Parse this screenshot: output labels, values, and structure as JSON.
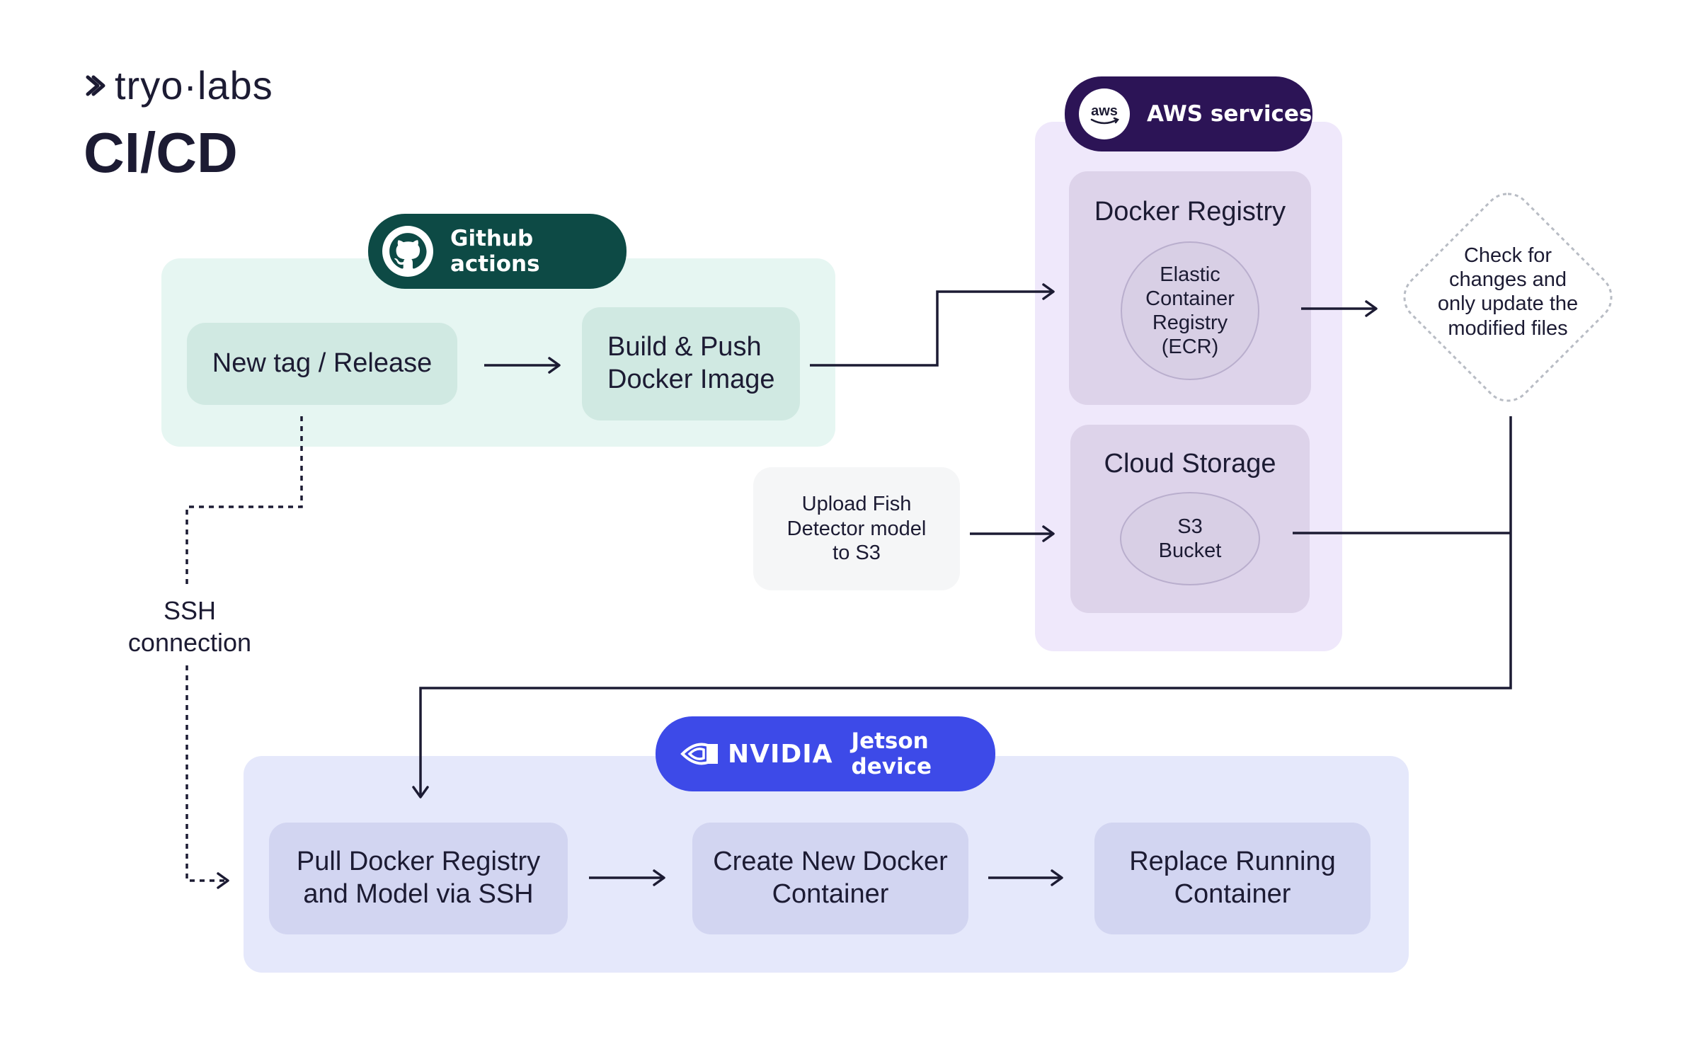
{
  "logo": {
    "text": "tryo·labs"
  },
  "title": "CI/CD",
  "github": {
    "label": "Github actions",
    "tag_release": "New tag / Release",
    "build_push": "Build & Push Docker Image"
  },
  "aws": {
    "label": "AWS services",
    "aws_logo_text": "aws",
    "docker_registry": "Docker Registry",
    "ecr": "Elastic Container Registry (ECR)",
    "cloud_storage": "Cloud Storage",
    "s3": "S3 Bucket"
  },
  "upload": "Upload Fish Detector model to S3",
  "check": "Check for changes and only update the modified files",
  "ssh": "SSH connection",
  "jetson": {
    "nvidia_text": "NVIDIA",
    "label": "Jetson device",
    "pull": "Pull Docker Registry and Model via SSH",
    "create": "Create New Docker Container",
    "replace": "Replace Running Container"
  },
  "colors": {
    "github_pill": "#0d4a45",
    "github_panel": "#e6f6f2",
    "github_box": "#d0e9e2",
    "aws_pill": "#2c1456",
    "aws_panel": "#efe8fb",
    "aws_box": "#ddd3ea",
    "nvidia_pill": "#3d4ae8",
    "jetson_panel": "#e5e8fb",
    "jetson_box": "#d2d5f1",
    "upload_box": "#f5f6f7",
    "line": "#1c1b33"
  }
}
